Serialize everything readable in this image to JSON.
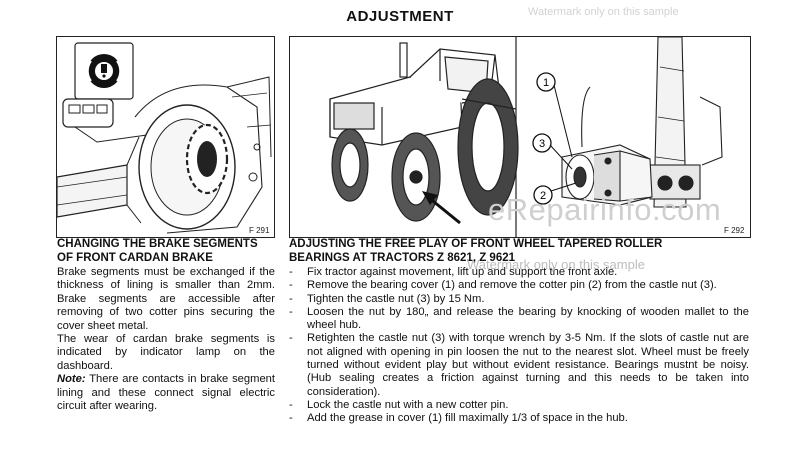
{
  "title": "ADJUSTMENT",
  "figures": {
    "left_no": "F 291",
    "right_no": "F 292",
    "callouts": [
      "1",
      "3",
      "2"
    ]
  },
  "left": {
    "heading_line1": "CHANGING THE BRAKE SEGMENTS",
    "heading_line2": "OF FRONT CARDAN BRAKE",
    "para1": "Brake segments must be exchanged if the thickness of lining is smaller than 2mm. Brake segments are accessible after removing of two cotter pins securing the cover sheet metal.",
    "para2": "The wear of cardan brake segments is indicated by indicator lamp on the dashboard.",
    "note_label": "Note:",
    "note_text": " There are contacts in brake segment lining and these connect signal electric circuit after wearing."
  },
  "right": {
    "heading_line1": "ADJUSTING THE FREE PLAY OF FRONT WHEEL TAPERED ROLLER",
    "heading_line2": "BEARINGS AT TRACTORS Z 8621, Z 9621",
    "steps": [
      "Fix tractor against movement, lift up and support the front axle.",
      "Remove the bearing cover (1) and remove the cotter pin (2) from the castle nut (3).",
      "Tighten the castle nut (3) by 15 Nm.",
      "Loosen the nut by 180„ and release the bearing by knocking of wooden mallet to the wheel hub.",
      "Retighten the castle nut (3) with torque wrench by 3-5 Nm. If the slots of castle nut are not aligned with opening in pin loosen the nut to the nearest slot. Wheel must be freely turned without evident play but without evident resistance. Bearings mustnt be noisy. (Hub sealing creates a friction against turning and this needs to be taken into consideration).",
      " Lock the castle nut with a new cotter pin.",
      "Add the grease in cover (1) fill maximally 1/3 of space in the hub."
    ],
    "dash": "-"
  },
  "watermark": {
    "site": "eRepairinfo.com",
    "sample": "Watermark only on this sample",
    "top": "Watermark only on this sample"
  }
}
